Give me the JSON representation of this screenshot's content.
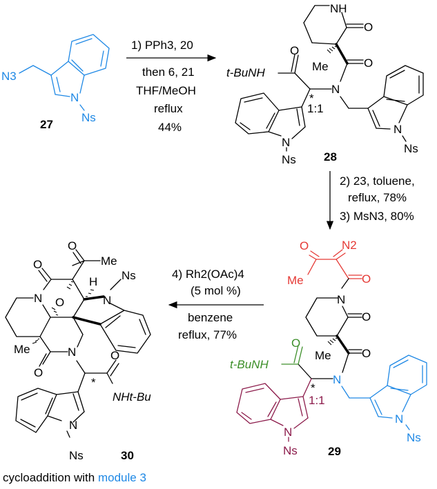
{
  "colors": {
    "module1": "#1e88e5",
    "diazo": "#e53935",
    "amide": "#3d8f2a",
    "module2": "#8b1a4a"
  },
  "compounds": {
    "c27": {
      "label": "27",
      "azide": "N3",
      "n": "N",
      "ns": "Ns"
    },
    "c28": {
      "label": "28",
      "nh": "NH",
      "o1": "O",
      "o2": "O",
      "o3": "O",
      "me": "Me",
      "tbunh": "t-BuNH",
      "n_amide": "N",
      "n_ind1": "N",
      "ns1": "Ns",
      "n_ind2": "N",
      "ns2": "Ns",
      "star": "*",
      "ratio": "1:1"
    },
    "c29": {
      "label": "29",
      "o_ketone": "O",
      "n2": "N2",
      "me_ketone": "Me",
      "o_diazo": "O",
      "n_ring": "N",
      "o_ring": "O",
      "me": "Me",
      "o_amide": "O",
      "tbunh": "t-BuNH",
      "o_green": "O",
      "n_amide": "N",
      "star": "*",
      "ratio": "1:1",
      "n_ind1": "N",
      "ns1": "Ns",
      "n_ind2": "N",
      "ns2": "Ns"
    },
    "c30": {
      "label": "30",
      "o_acetyl": "O",
      "me_acetyl": "Me",
      "o_lactam": "O",
      "ns_top": "Ns",
      "h": "H",
      "n_top": "N",
      "n_ring": "N",
      "o_bridge": "O",
      "me": "Me",
      "o_lower": "O",
      "n_lower": "N",
      "o_amide": "O",
      "nhtbu": "NHt-Bu",
      "star": "*",
      "n_ind": "N",
      "ns_ind": "Ns"
    }
  },
  "arrows": {
    "step1": {
      "line1": "1) PPh3, 20",
      "line2": "then 6, 21",
      "line3": "THF/MeOH",
      "line4": "reflux",
      "line5": "44%"
    },
    "step23": {
      "line1": "2) 23, toluene,",
      "line2": "reflux, 78%",
      "line3": "3) MsN3, 80%"
    },
    "step4": {
      "line1": "4) Rh2(OAc)4",
      "line2": "(5 mol %)",
      "line3": "benzene",
      "line4": "reflux, 77%"
    }
  },
  "caption": {
    "prefix": "cycloaddition with ",
    "highlight": "module 3"
  }
}
